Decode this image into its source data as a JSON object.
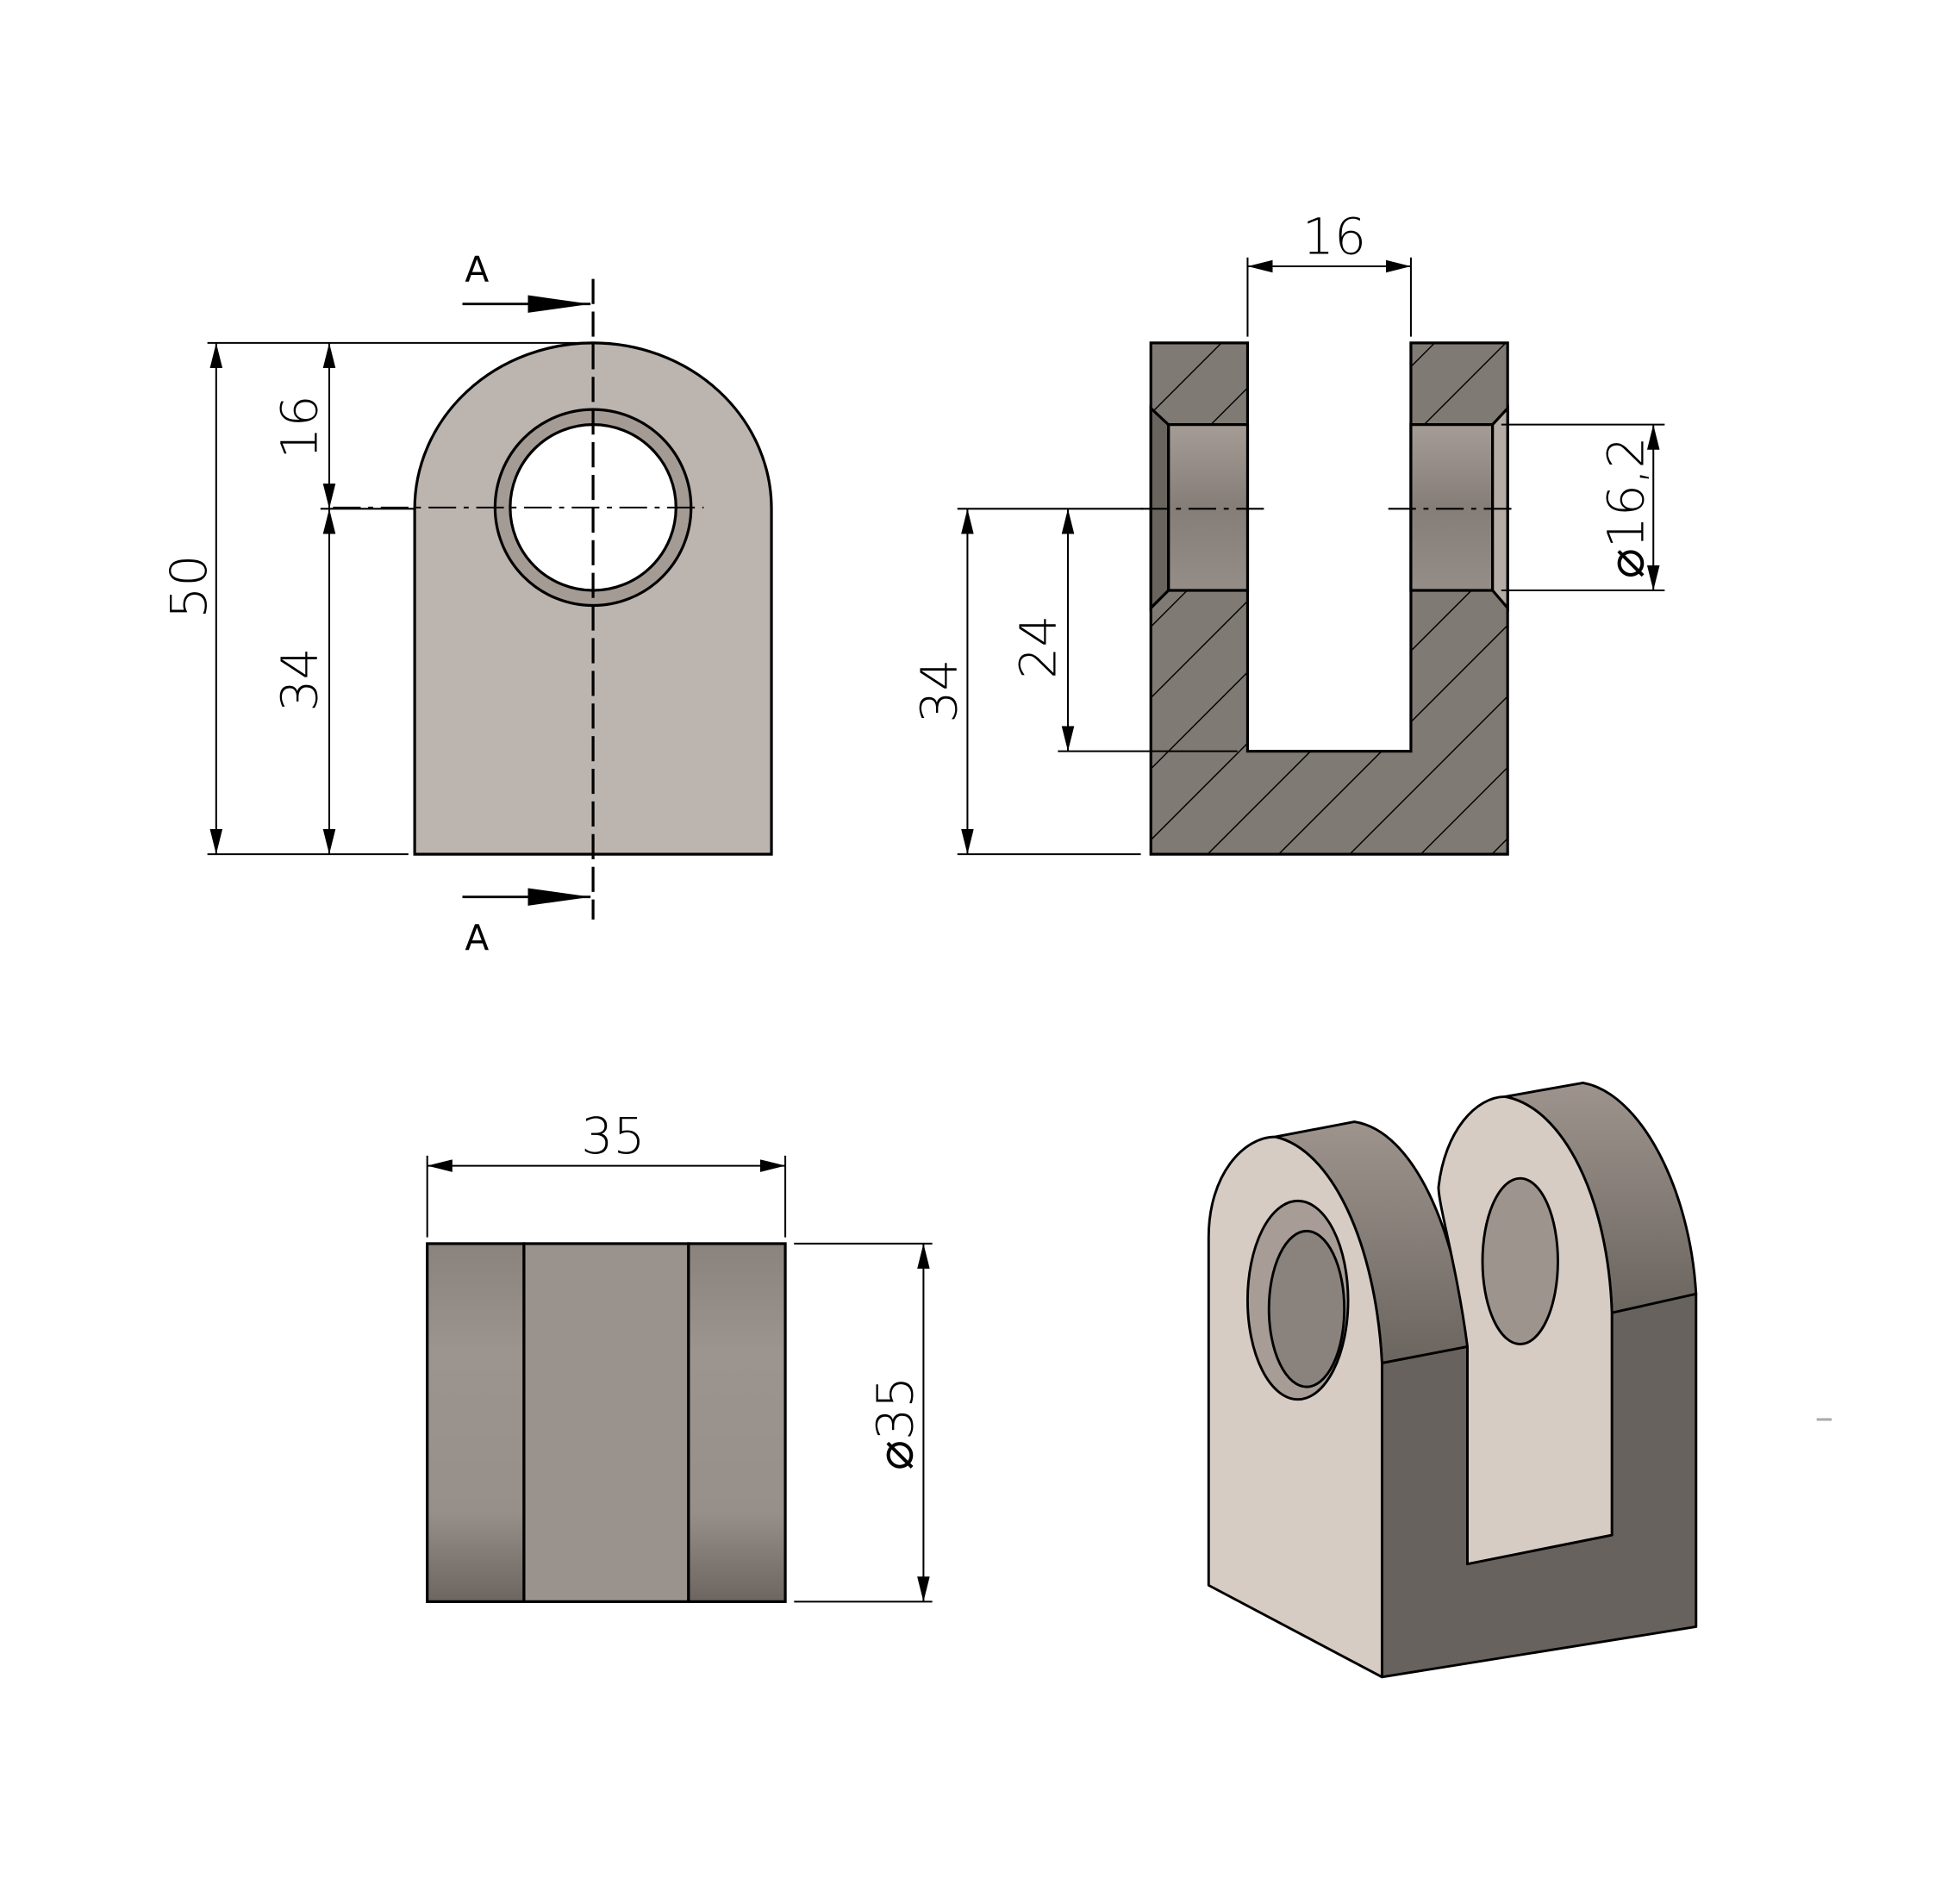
{
  "front_view": {
    "section_label_top": "A",
    "section_label_bottom": "A",
    "dim_total_height": "50",
    "dim_top": "16",
    "dim_bottom": "34"
  },
  "section_view": {
    "dim_slot_width": "16",
    "dim_hole_diameter": "⌀16,2",
    "dim_slot_depth": "24",
    "dim_center_height": "34"
  },
  "bottom_view": {
    "dim_width": "35",
    "dim_diameter": "⌀35"
  },
  "colors": {
    "face_light": "#bcb4ae",
    "section_fill": "#807a74",
    "iso_light": "#d6ccc3",
    "iso_dark": "#67625d"
  }
}
